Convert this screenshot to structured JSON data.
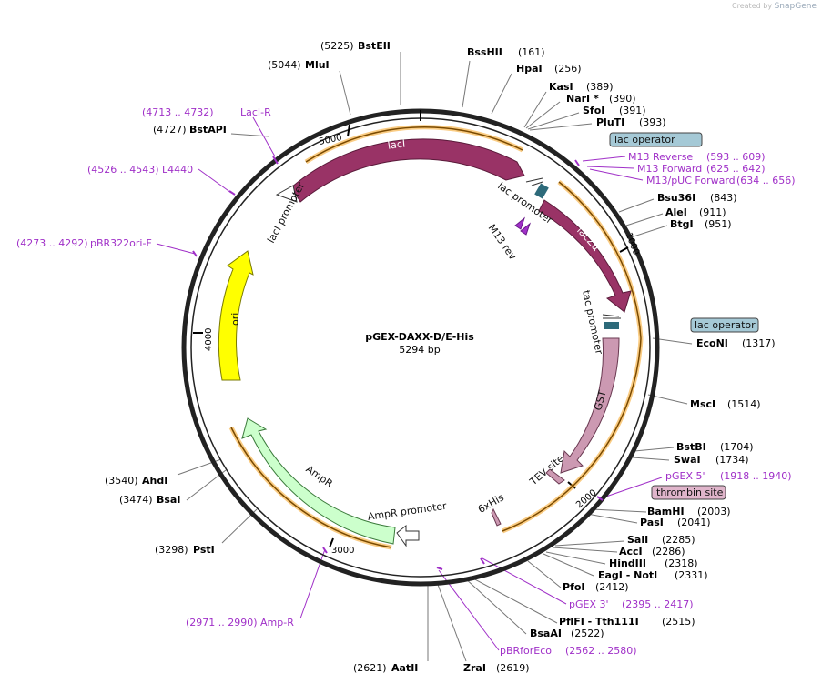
{
  "watermark": {
    "prefix": "Created by",
    "brand": "SnapGene"
  },
  "plasmid": {
    "name": "pGEX-DAXX-D/E-His",
    "length": "5294 bp"
  },
  "ticks": [
    "1000",
    "2000",
    "3000",
    "4000",
    "5000"
  ],
  "sites": [
    {
      "name": "BstEII",
      "pos": "(5225)"
    },
    {
      "name": "MluI",
      "pos": "(5044)"
    },
    {
      "name": "BstAPI",
      "pos": "(4727)"
    },
    {
      "name": "BssHII",
      "pos": "(161)"
    },
    {
      "name": "HpaI",
      "pos": "(256)"
    },
    {
      "name": "KasI",
      "pos": "(389)"
    },
    {
      "name": "NarI *",
      "pos": "(390)"
    },
    {
      "name": "SfoI",
      "pos": "(391)"
    },
    {
      "name": "PluTI",
      "pos": "(393)"
    },
    {
      "name": "Bsu36I",
      "pos": "(843)"
    },
    {
      "name": "AleI",
      "pos": "(911)"
    },
    {
      "name": "BtgI",
      "pos": "(951)"
    },
    {
      "name": "EcoNI",
      "pos": "(1317)"
    },
    {
      "name": "MscI",
      "pos": "(1514)"
    },
    {
      "name": "BstBI",
      "pos": "(1704)"
    },
    {
      "name": "SwaI",
      "pos": "(1734)"
    },
    {
      "name": "BamHI",
      "pos": "(2003)"
    },
    {
      "name": "PasI",
      "pos": "(2041)"
    },
    {
      "name": "SalI",
      "pos": "(2285)"
    },
    {
      "name": "AccI",
      "pos": "(2286)"
    },
    {
      "name": "HindIII",
      "pos": "(2318)"
    },
    {
      "name": "EagI  - NotI",
      "pos": "(2331)"
    },
    {
      "name": "PfoI",
      "pos": "(2412)"
    },
    {
      "name": "PflFI  - Tth111I",
      "pos": "(2515)"
    },
    {
      "name": "BsaAI",
      "pos": "(2522)"
    },
    {
      "name": "ZraI",
      "pos": "(2619)"
    },
    {
      "name": "AatII",
      "pos": "(2621)"
    },
    {
      "name": "PstI",
      "pos": "(3298)"
    },
    {
      "name": "BsaI",
      "pos": "(3474)"
    },
    {
      "name": "AhdI",
      "pos": "(3540)"
    }
  ],
  "primers": [
    {
      "name": "LacI-R",
      "range": "(4713 .. 4732)"
    },
    {
      "name": "L4440",
      "range": "(4526 .. 4543)"
    },
    {
      "name": "pBR322ori-F",
      "range": "(4273 .. 4292)"
    },
    {
      "name": "M13 Reverse",
      "range": "(593 .. 609)"
    },
    {
      "name": "M13 Forward",
      "range": "(625 .. 642)"
    },
    {
      "name": "M13/pUC Forward",
      "range": "(634 .. 656)"
    },
    {
      "name": "pGEX 5'",
      "range": "(1918 .. 1940)"
    },
    {
      "name": "pGEX 3'",
      "range": "(2395 .. 2417)"
    },
    {
      "name": "pBRforEco",
      "range": "(2562 .. 2580)"
    },
    {
      "name": "Amp-R",
      "range": "(2971 .. 2990)"
    }
  ],
  "boxes": [
    "lac operator",
    "lac operator",
    "thrombin site"
  ],
  "features": [
    "lacI",
    "lacI promoter",
    "lac promoter",
    "M13 rev",
    "lacZα",
    "tac promoter",
    "GST",
    "TEV site",
    "6xHis",
    "AmpR",
    "AmpR promoter",
    "ori"
  ],
  "colors": {
    "lacI": "#993366",
    "GST": "#cc99b2",
    "AmpR": "#ccffcc",
    "ori": "#ffff00",
    "primer": "#a030c8",
    "operator": "#a5c9d6",
    "thrombin": "#e0b5cb",
    "orf": "#f6a21d"
  }
}
